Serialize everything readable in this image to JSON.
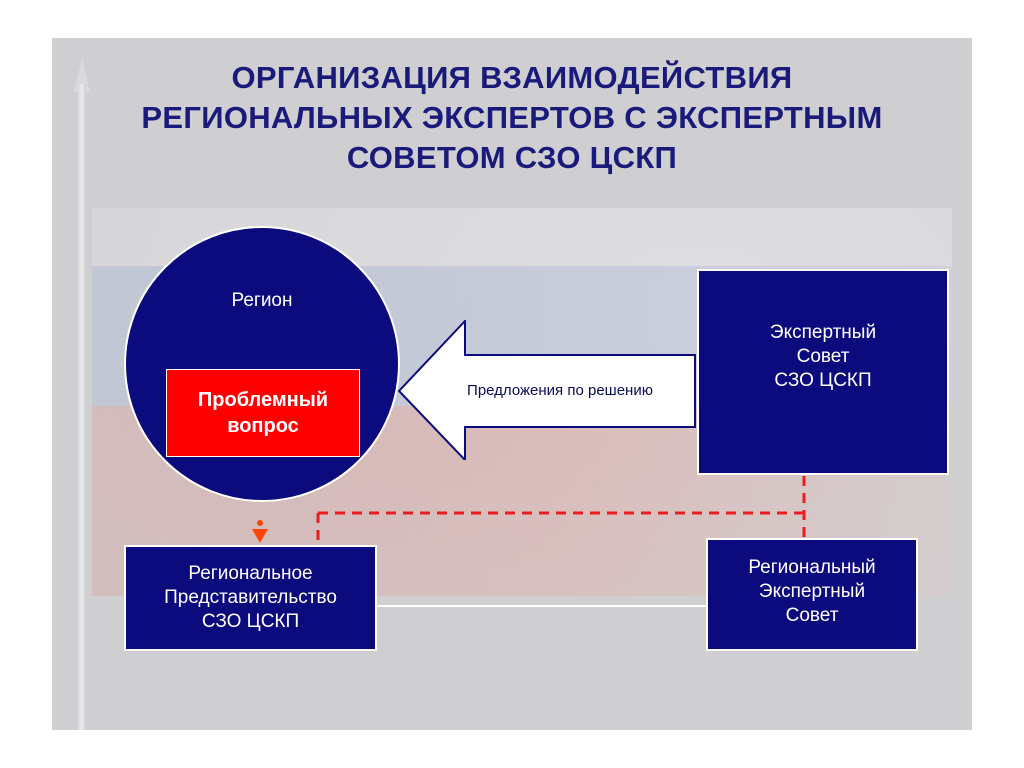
{
  "title": {
    "line1": "ОРГАНИЗАЦИЯ ВЗАИМОДЕЙСТВИЯ",
    "line2": "РЕГИОНАЛЬНЫХ ЭКСПЕРТОВ С ЭКСПЕРТНЫМ",
    "line3": "СОВЕТОМ СЗО ЦСКП"
  },
  "region": {
    "label": "Регион",
    "problem": "Проблемный вопрос"
  },
  "arrow": {
    "label": "Предложения по решению"
  },
  "expert_council": {
    "line1": "Экспертный",
    "line2": "Совет",
    "line3": "СЗО ЦСКП"
  },
  "regional_rep": {
    "line1": "Региональное",
    "line2": "Представительство",
    "line3": "СЗО ЦСКП"
  },
  "regional_council": {
    "line1": "Региональный",
    "line2": "Экспертный",
    "line3": "Совет"
  },
  "colors": {
    "navy": "#0b0b7d",
    "red": "#ff0000",
    "dashed_red": "#ee1c1c",
    "orange_arrow": "#ff4500"
  }
}
